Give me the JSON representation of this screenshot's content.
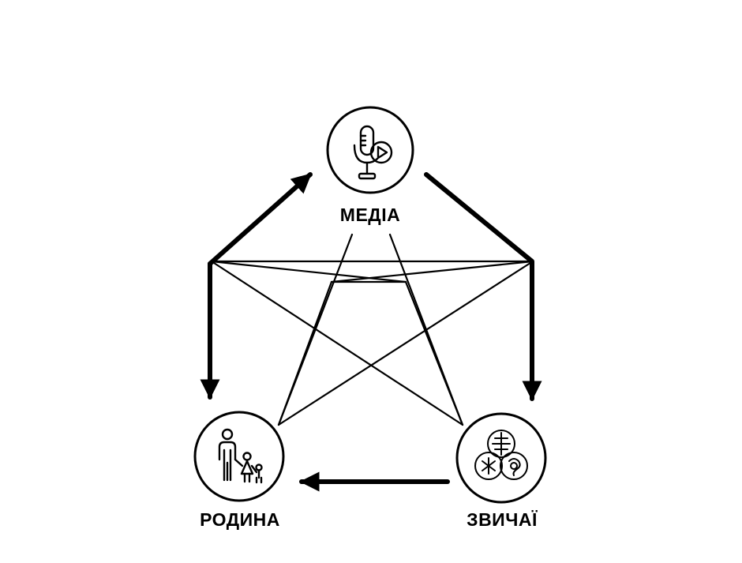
{
  "nodes": {
    "media": {
      "label": "МЕДІА",
      "icon": "microphone-play-icon"
    },
    "family": {
      "label": "РОДИНА",
      "icon": "family-icon"
    },
    "customs": {
      "label": "ЗВИЧАЇ",
      "icon": "ornament-symbols-icon"
    }
  },
  "colors": {
    "stroke": "#000000",
    "background": "#ffffff"
  }
}
